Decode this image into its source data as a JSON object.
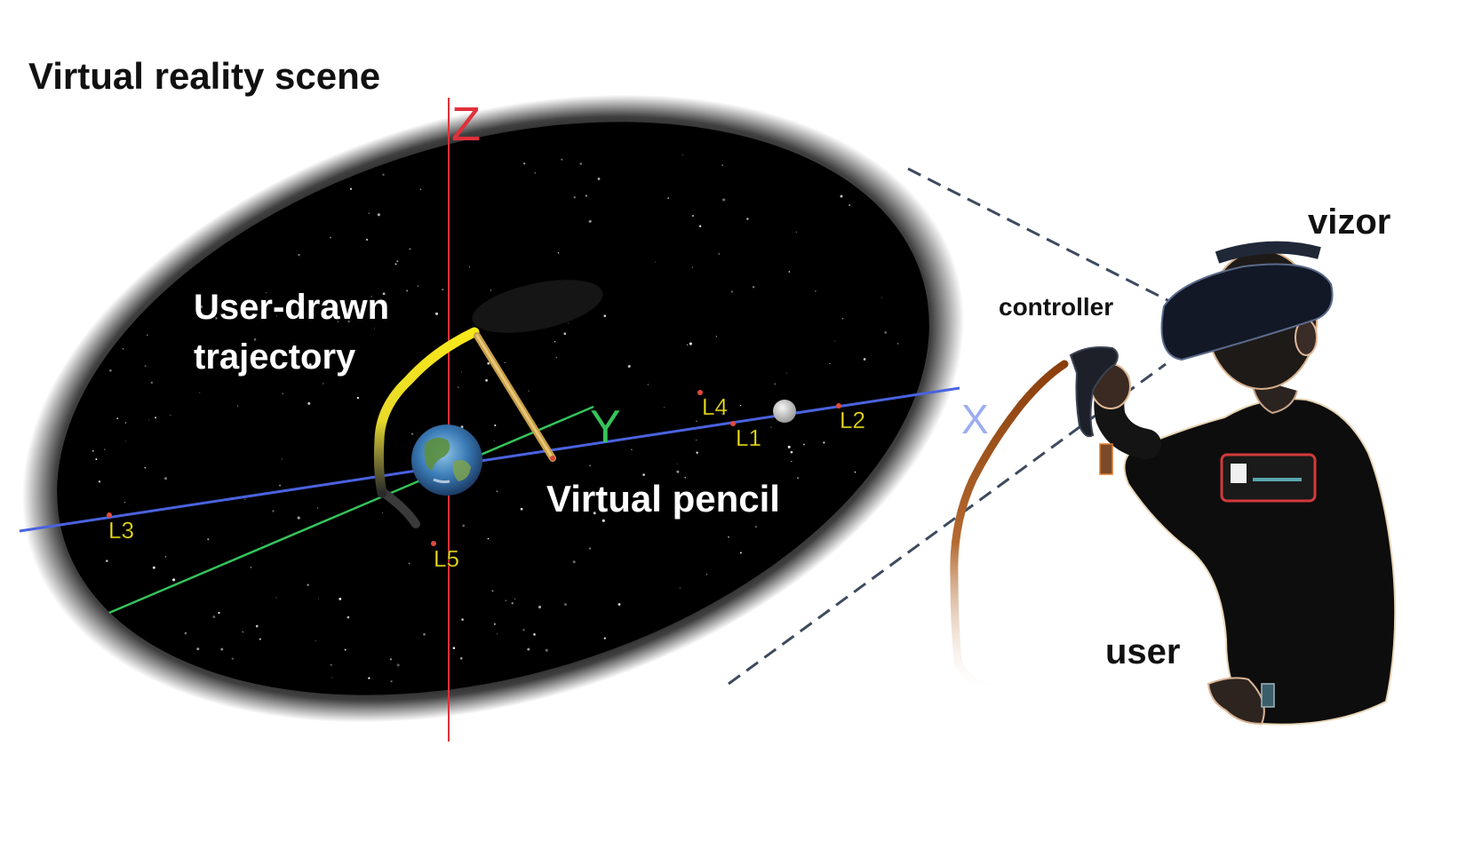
{
  "figure": {
    "title": "Virtual reality scene",
    "trajectory_label_line1": "User-drawn",
    "trajectory_label_line2": "trajectory",
    "pencil_label": "Virtual pencil",
    "controller_label": "controller",
    "vizor_label": "vizor",
    "user_label": "user"
  },
  "axes": {
    "x": "X",
    "y": "Y",
    "z": "Z",
    "colors": {
      "x": "#4a63e0",
      "y": "#35c45a",
      "z": "#e0303a"
    }
  },
  "lagrange_points": [
    "L1",
    "L2",
    "L3",
    "L4",
    "L5"
  ],
  "colors": {
    "scene_background": "#000000",
    "trajectory": "#f2e11a",
    "pencil": "#d9b35a",
    "label_yellow": "#f3e21b",
    "dashed_line": "#3d4a5e"
  }
}
